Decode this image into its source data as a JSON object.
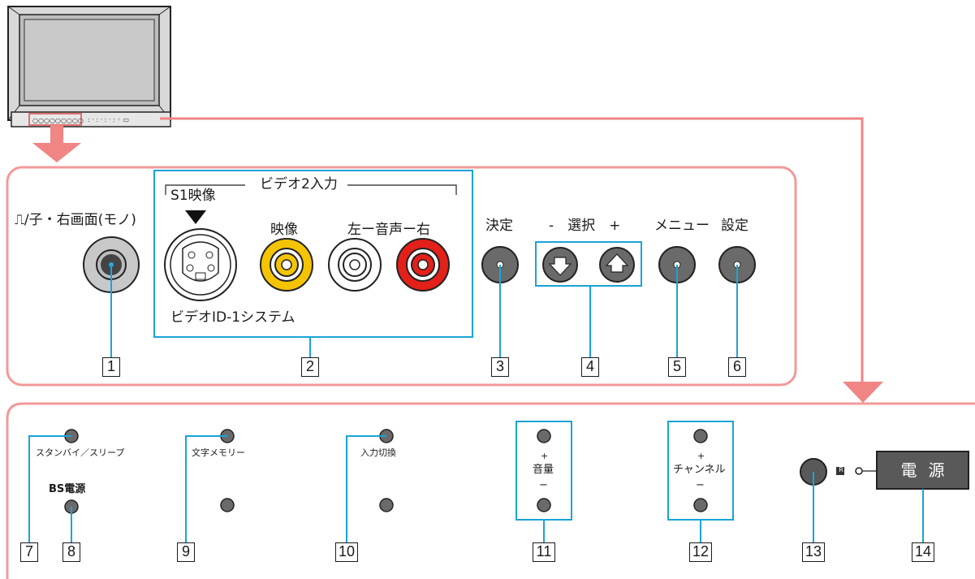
{
  "front_panel": {
    "headphone_jack_label": "/子・右画面(モノ)",
    "video2_input_title": "ビデオ2入力",
    "s1_video_label": "S1映像",
    "video_label": "映像",
    "audio_lr_label": "左ー音声ー右",
    "video_id_label": "ビデオID-1システム",
    "enter_label": "決定",
    "select_label": "-　選択　+",
    "menu_label": "メニュー",
    "setup_label": "設定"
  },
  "bottom_panel": {
    "standby_label": "スタンバイ／スリープ",
    "bs_power_label": "BS電源",
    "text_memory_label": "文字メモリー",
    "input_switch_label": "入力切換",
    "volume_plus": "+",
    "volume_label": "音量",
    "volume_minus": "−",
    "channel_plus": "+",
    "channel_label": "チャンネル",
    "channel_minus": "−",
    "ir_label": "R",
    "power_label": "電源"
  },
  "callouts": [
    "1",
    "2",
    "3",
    "4",
    "5",
    "6",
    "7",
    "8",
    "9",
    "10",
    "11",
    "12",
    "13",
    "14"
  ],
  "colors": {
    "panel_outline": "#f19a98",
    "arrow": "#f08583",
    "group_box": "#1aa3d9",
    "yellow_jack": "#f5c400",
    "red_jack": "#e32019",
    "button_gray": "#6a6a6a",
    "power_button": "#595959"
  }
}
